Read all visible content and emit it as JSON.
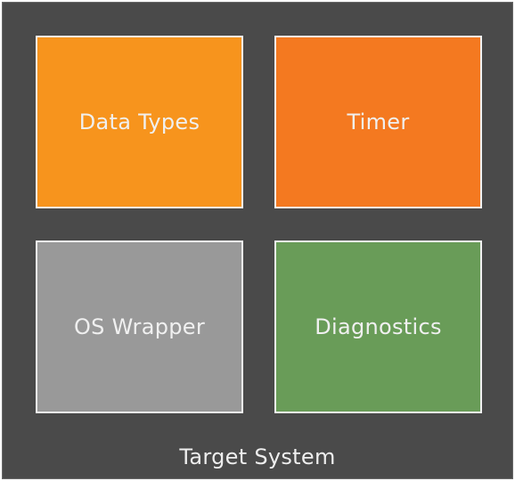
{
  "system": {
    "label": "Target System",
    "background_color": "#4a4a4a"
  },
  "blocks": [
    {
      "label": "Data Types",
      "color": "#f7941d"
    },
    {
      "label": "Timer",
      "color": "#f47920"
    },
    {
      "label": "OS Wrapper",
      "color": "#999999"
    },
    {
      "label": "Diagnostics",
      "color": "#699c58"
    }
  ]
}
